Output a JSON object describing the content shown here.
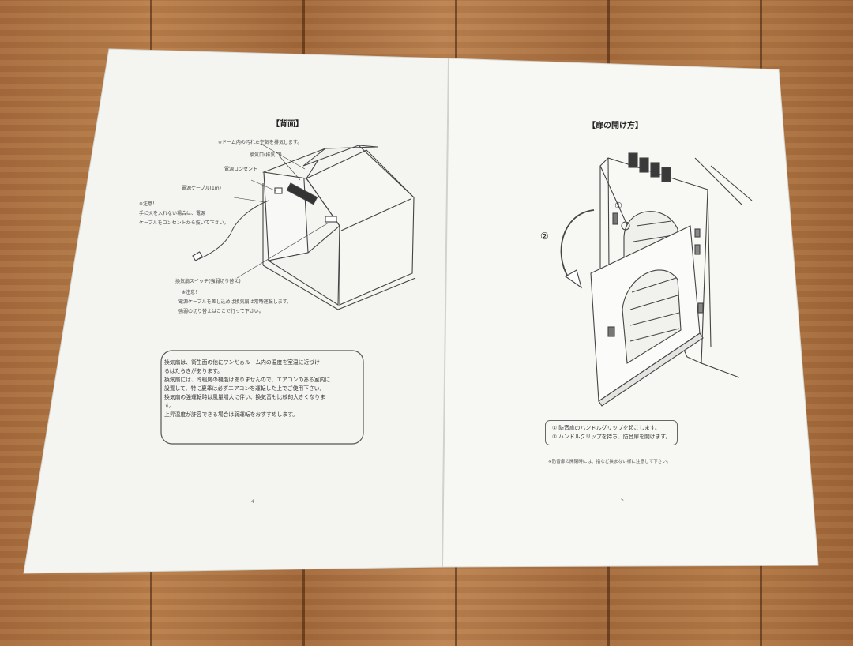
{
  "left_page": {
    "heading": "【背面】",
    "labels": {
      "top_note": "※ドーム内の汚れた空気を排気します。",
      "vent_port": "換気口(排気口)",
      "outlet": "電源コンセント",
      "cable": "電源ケーブル(1m)",
      "caution_title": "※注意！",
      "caution_1": "手に火を入れない場合は、電源",
      "caution_2": "ケーブルをコンセントから抜いて下さい。",
      "switch": "換気扇スイッチ(強弱切り替え)",
      "switch_note_title": "※注意！",
      "switch_note_1": "電源ケーブルを差し込めば換気扇は常時運転します。",
      "switch_note_2": "強弱の切り替えはここで行って下さい。"
    },
    "box_lines": [
      "換気扇は、衛生面の他にワンだぁルーム内の温度を室温に近づけ",
      "るはたらきがあります。",
      "換気扇には、冷暖房の機能はありませんので、エアコンのある室内に",
      "設置して、特に夏季は必ずエアコンを運転した上でご使用下さい。",
      "換気扇の強運転時は風量増大に伴い、換気音も比較的大きくなりま",
      "す。",
      "上昇温度が許容できる場合は弱運転をおすすめします。"
    ],
    "page_number": "4"
  },
  "right_page": {
    "heading": "【扉の開け方】",
    "callout_1": "①",
    "callout_2": "②",
    "box_lines": [
      "① 防音扉のハンドルグリップを起こします。",
      "② ハンドルグリップを持ち、防音扉を開けます。"
    ],
    "footnote": "※防音扉の開閉時には、指など挟まない様に注意して下さい。",
    "page_number": "5"
  },
  "colors": {
    "paper": "#f6f6f3",
    "wood": "#a66b3d",
    "ink": "#333333"
  }
}
